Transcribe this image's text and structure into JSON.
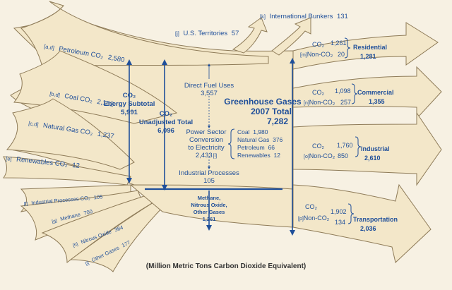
{
  "colors": {
    "arrow_fill": "#f3e7c9",
    "arrow_stroke": "#8e7b58",
    "text_blue": "#1f4f9a",
    "line_blue": "#1f4f9a"
  },
  "sources": {
    "petroleum": {
      "note": "[a,d]",
      "label": "Petroleum CO₂",
      "value": "2,580"
    },
    "coal": {
      "note": "[b,d]",
      "label": "Coal CO₂",
      "value": "2,162"
    },
    "gas": {
      "note": "[c,d]",
      "label": "Natural Gas CO₂",
      "value": "1,237"
    },
    "renew": {
      "note": "[e]",
      "label": "Renewables CO₂",
      "value": "12"
    },
    "ind_proc": {
      "note": "[f]",
      "label": "Industrial Processes CO₂",
      "value": "105"
    },
    "methane": {
      "note": "[g]",
      "label": "Methane",
      "value": "700"
    },
    "nitrous": {
      "note": "[h]",
      "label": "Nitrous Oxide",
      "value": "384"
    },
    "other": {
      "note": "[i]",
      "label": "Other Gases",
      "value": "177"
    }
  },
  "territories": {
    "note": "[j]",
    "label": "U.S. Territories",
    "value": "57"
  },
  "bunkers": {
    "note": "[k]",
    "label": "International Bunkers",
    "value": "131"
  },
  "energy_subtotal": {
    "line1": "CO₂",
    "line2": "Energy Subtotal",
    "value": "5,991"
  },
  "unadjusted": {
    "line1": "CO₂",
    "line2": "Unadjusted Total",
    "value": "6,096"
  },
  "direct_fuel": {
    "line1": "Direct Fuel Uses",
    "value": "3,557"
  },
  "power_sector": {
    "line1": "Power Sector",
    "line2": "Conversion",
    "line3": "to Electricity",
    "value": "2,433",
    "note": "[l]",
    "items": [
      "Coal  1,980",
      "Natural Gas  376",
      "Petroleum  66",
      "Renewables  12"
    ]
  },
  "industrial_processes": {
    "line1": "Industrial Processes",
    "value": "105"
  },
  "methane_group": {
    "line1": "Methane,",
    "line2": "Nitrous Oxide,",
    "line3": "Other Gases",
    "value": "1,261"
  },
  "total": {
    "line1": "Greenhouse Gases",
    "line2": "2007 Total",
    "value": "7,282"
  },
  "sectors": {
    "residential": {
      "co2_label": "CO₂",
      "co2": "1,261",
      "note": "[m]",
      "nonco2_label": "Non-CO₂",
      "nonco2": "20",
      "name": "Residential",
      "total": "1,281"
    },
    "commercial": {
      "co2_label": "CO₂",
      "co2": "1,098",
      "note": "[n]",
      "nonco2_label": "Non-CO₂",
      "nonco2": "257",
      "name": "Commercial",
      "total": "1,355"
    },
    "industrial": {
      "co2_label": "CO₂",
      "co2": "1,760",
      "note": "[o]",
      "nonco2_label": "Non-CO₂",
      "nonco2": "850",
      "name": "Industrial",
      "total": "2,610"
    },
    "transportation": {
      "co2_label": "CO₂",
      "co2": "1,902",
      "note": "[p]",
      "nonco2_label": "Non-CO₂",
      "nonco2": "134",
      "name": "Transportation",
      "total": "2,036"
    }
  },
  "footer": "(Million Metric Tons Carbon Dioxide Equivalent)"
}
